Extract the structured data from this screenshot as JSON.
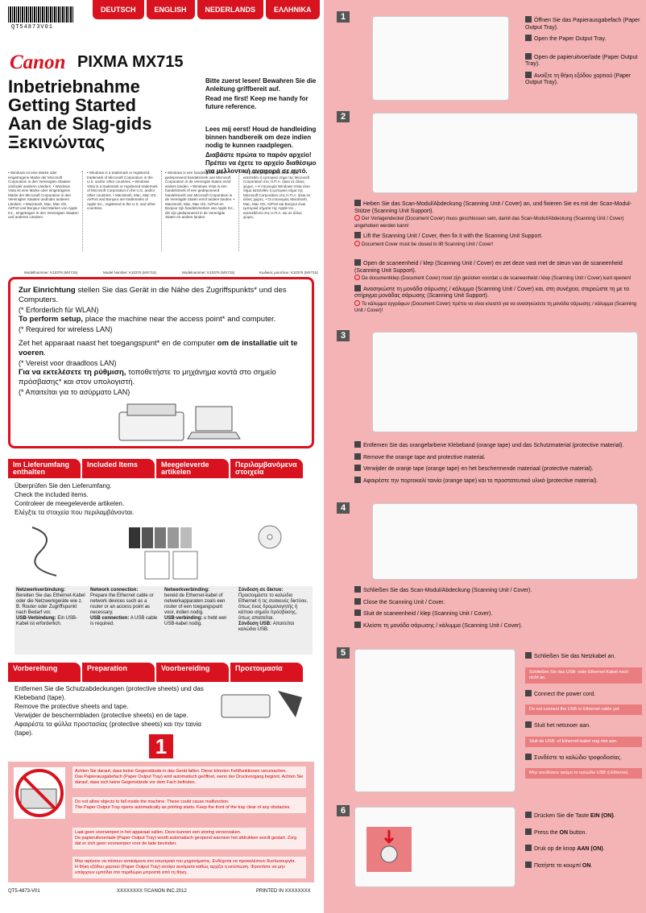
{
  "header": {
    "barcode_text": "QT54873V01",
    "languages": [
      "DEUTSCH",
      "ENGLISH",
      "NEDERLANDS",
      "ΕΛΛΗΝΙΚΑ"
    ]
  },
  "brand": {
    "canon": "Canon",
    "model": "PIXMA MX715"
  },
  "title": [
    "Inbetriebnahme",
    "Getting Started",
    "Aan de Slag-gids",
    "Ξεκινώντας"
  ],
  "readfirst": {
    "de": "Bitte zuerst lesen! Bewahren Sie die Anleitung griffbereit auf.",
    "en": "Read me first! Keep me handy for future reference.",
    "nl": "Lees mij eerst! Houd de handleiding binnen handbereik om deze indien nodig te kunnen raadplegen.",
    "el": "Διαβάστε πρώτα το παρόν αρχείο! Πρέπει να έχετε το αρχείο διαθέσιμο για μελλοντική αναφορά σε αυτό."
  },
  "trademarks": [
    "• Windows ist eine Marke oder eingetragene Marke der Microsoft Corporation in den Vereinigten Staaten und/oder anderen Ländern. • Windows Vista ist eine Marke oder eingetragene Marke der Microsoft Corporation in den Vereinigten Staaten und/oder anderen Ländern. • Macintosh, Mac, Mac OS, AirPort und Bonjour sind Marken von Apple Inc., eingetragen in den Vereinigten Staaten und anderen Ländern.",
    "• Windows is a trademark or registered trademark of Microsoft Corporation in the U.S. and/or other countries. • Windows Vista is a trademark or registered trademark of Microsoft Corporation in the U.S. and/or other countries. • Macintosh, Mac, Mac OS, AirPort and Bonjour are trademarks of Apple Inc., registered in the U.S. and other countries.",
    "• Windows is een handelsmerk of een gedeponeerd handelsmerk van Microsoft Corporation in de Verenigde Staten en/of andere landen. • Windows Vista is een handelsmerk of een gedeponeerd handelsmerk van Microsoft Corporation in de Verenigde Staten en/of andere landen. • Macintosh, Mac, Mac OS, AirPort en Bonjour zijn handelsmerken van Apple Inc., die zijn gedeponeerd in de Verenigde Staten en andere landen.",
    "• Η επωνυμία Windows είναι σήμα κατατεθέν ή εμπορικό σήμα της Microsoft Corporation στις Η.Π.Α. ή/και σε άλλες χώρες. • Η επωνυμία Windows Vista είναι σήμα κατατεθέν ή εμπορικό σήμα της Microsoft Corporation στις Η.Π.Α. ή/και σε άλλες χώρες. • Οι επωνυμίες Macintosh, Mac, Mac OS, AirPort και Bonjour είναι εμπορικά σήματα της Apple Inc., κατατεθέντα στις Η.Π.Α. και σε άλλες χώρες."
  ],
  "model_numbers": [
    "Modellnummer: K10376 (MX715)",
    "Model Number: K10376 (MX715)",
    "Modelnummer: K10376 (MX715)",
    "Κωδικός μοντέλου: K10376 (MX715)"
  ],
  "setup": {
    "de_bold": "Zur Einrichtung",
    "de": " stellen Sie das Gerät in die Nähe des Zugriffspunkts* und des Computers.",
    "de_note": "(* Erforderlich für WLAN)",
    "en_bold": "To perform setup,",
    "en": " place the machine near the access point* and computer.",
    "en_note": "(* Required for wireless LAN)",
    "nl": "Zet het apparaat naast het toegangspunt* en de computer ",
    "nl_bold": "om de installatie uit te voeren",
    "nl_end": ".",
    "nl_note": "(* Vereist voor draadloos LAN)",
    "el_bold": "Για να εκτελέσετε τη ρύθμιση,",
    "el": " τοποθετήστε το μηχάνημα κοντά στο σημείο πρόσβασης* και στον υπολογιστή.",
    "el_note": "(* Απαιτείται για το ασύρματο LAN)"
  },
  "included": {
    "tabs": [
      "Im Lieferumfang enthalten",
      "Included Items",
      "Meegeleverde artikelen",
      "Περιλαμβανόμενα στοιχεία"
    ],
    "lines": [
      "Überprüfen Sie den Lieferumfang.",
      "Check the included items.",
      "Controleer de meegeleverde artikelen.",
      "Ελέγξτε τα στοιχεία που περιλαμβάνονται."
    ],
    "net": [
      {
        "h": "Netzwerkverbindung:",
        "t": "Bereiten Sie das Ethernet-Kabel oder die Netzwerkgeräte wie z. B. Router oder Zugriffspunkt nach Bedarf vor.",
        "h2": "USB-Verbindung:",
        "t2": "Ein USB-Kabel ist erforderlich."
      },
      {
        "h": "Network connection:",
        "t": "Prepare the Ethernet cable or network devices such as a router or an access point as necessary.",
        "h2": "USB connection:",
        "t2": "A USB cable is required."
      },
      {
        "h": "Netwerkverbinding:",
        "t": "bereid de Ethernet-kabel of netwerkapparaten zoals een router of een toegangspunt voor, indien nodig.",
        "h2": "USB-verbinding:",
        "t2": "u hebt een USB-kabel nodig."
      },
      {
        "h": "Σύνδεση σε δίκτυο:",
        "t": "Προετοιμάστε το καλώδιο Ethernet ή τις συσκευές δικτύου, όπως ένας δρομολογητής ή κάποιο σημείο πρόσβασης, όπως απαιτείται.",
        "h2": "Σύνδεση USB:",
        "t2": "Απαιτείται καλώδιο USB."
      }
    ]
  },
  "prep": {
    "tabs": [
      "Vorbereitung",
      "Preparation",
      "Voorbereiding",
      "Προετοιμασία"
    ],
    "lines": [
      "Entfernen Sie die Schutzabdeckungen (protective sheets) und das Klebeband (tape).",
      "Remove the protective sheets and tape.",
      "Verwijder de beschermbladen (protective sheets) en de tape.",
      "Αφαιρέστε τα φύλλα προστασίας (protective sheets) και την ταινία (tape)."
    ]
  },
  "step_one": {
    "num": "1",
    "warnings": [
      "Achten Sie darauf, dass keine Gegenstände in das Gerät fallen. Diese könnten Fehlfunktionen verursachen.",
      "Das Papierausgabefach (Paper Output Tray) wird automatisch geöffnet, wenn der Druckvorgang beginnt. Achten Sie darauf, dass sich keine Gegenstände vor dem Fach befinden.",
      "Do not allow objects to fall inside the machine. These could cause malfunction.",
      "The Paper Output Tray opens automatically as printing starts. Keep the front of the tray clear of any obstacles.",
      "Laat geen voorwerpen in het apparaat vallen. Deze kunnen een storing veroorzaken.",
      "De papieruitvoerlade (Paper Output Tray) wordt automatisch geopend wanneer het afdrukken wordt gestart. Zorg dat er zich geen voorwerpen voor de lade bevinden.",
      "Μην αφήνετε να πέσουν αντικείμενα στο εσωτερικό του μηχανήματος. Ενδέχεται να προκαλέσουν δυσλειτουργία.",
      "Η θήκη εξόδου χαρτιού (Paper Output Tray) ανοίγει αυτόματα καθώς αρχίζει η εκτύπωση. Φροντίστε να μην υπάρχουν εμπόδια στο περιθώριο μπροστά από τη θήκη."
    ]
  },
  "footer": {
    "code": "QT5-4873-V01",
    "copyright": "XXXXXXXX ©CANON INC.2012",
    "printed": "PRINTED IN XXXXXXXX"
  },
  "right_steps": {
    "s1": {
      "num": "1",
      "lines": [
        "Öffnen Sie das Papierausgabefach (Paper Output Tray).",
        "Open the Paper Output Tray.",
        "Open de papieruitvoerlade (Paper Output Tray).",
        "Ανοίξτε τη θήκη εξόδου χαρτιού (Paper Output Tray)."
      ]
    },
    "s2": {
      "num": "2",
      "de": "Heben Sie das Scan-Modul/Abdeckung (Scanning Unit / Cover) an, und fixieren Sie es mit der Scan-Modul-Stütze (Scanning Unit Support).",
      "de_w": "Der Vorlagendeckel (Document Cover) muss geschlossen sein, damit das Scan-Modul/Abdeckung (Scanning Unit / Cover) angehoben werden kann!",
      "en": "Lift the Scanning Unit / Cover, then fix it with the Scanning Unit Support.",
      "en_w": "Document Cover must be closed to lift Scanning Unit / Cover!",
      "nl": "Open de scaneenheid / klep (Scanning Unit / Cover) en zet deze vast met de steun van de scaneenheid (Scanning Unit Support).",
      "nl_w": "De documentklep (Document Cover) moet zijn gesloten voordat u de scaneenheid / klep (Scanning Unit / Cover) kunt openen!",
      "el": "Ανασηκώστε τη μονάδα σάρωσης / κάλυμμα (Scanning Unit / Cover) και, στη συνέχεια, στερεώστε τη με το στήριγμα μονάδας σάρωσης (Scanning Unit Support).",
      "el_w": "Το κάλυμμα εγγράφων (Document Cover) πρέπει να είναι κλειστό για να ανασηκώσετε τη μονάδα σάρωσης / κάλυμμα (Scanning Unit / Cover)!"
    },
    "s3": {
      "num": "3",
      "lines": [
        "Entfernen Sie das orangefarbene Klebeband (orange tape) und das Schutzmaterial (protective material).",
        "Remove the orange tape and protective material.",
        "Verwijder de oranje tape (orange tape) en het beschermende materiaal (protective material).",
        "Αφαιρέστε την πορτοκαλί ταινία (orange tape) και το προστατευτικό υλικό (protective material)."
      ]
    },
    "s4": {
      "num": "4",
      "lines": [
        "Schließen Sie das Scan-Modul/Abdeckung (Scanning Unit / Cover).",
        "Close the Scanning Unit / Cover.",
        "Sluit de scaneenheid / klep (Scanning Unit / Cover).",
        "Κλείστε τη μονάδα σάρωσης / κάλυμμα (Scanning Unit / Cover)."
      ]
    },
    "s5": {
      "num": "5",
      "items": [
        {
          "t": "Schließen Sie das Netzkabel an.",
          "n": "Schließen Sie das USB- oder Ethernet-Kabel noch nicht an."
        },
        {
          "t": "Connect the power cord.",
          "n": "Do not connect the USB or Ethernet cable yet."
        },
        {
          "t": "Sluit het netsnoer aan.",
          "n": "Sluit de USB- of Ethernet-kabel nog niet aan."
        },
        {
          "t": "Συνδέστε το καλώδιο τροφοδοσίας.",
          "n": "Μην συνδέσετε ακόμα το καλώδιο USB ή Ethernet."
        }
      ]
    },
    "s6": {
      "num": "6",
      "lines": [
        {
          "a": "Drücken Sie die Taste ",
          "b": "EIN (ON)",
          "c": "."
        },
        {
          "a": "Press the ",
          "b": "ON",
          "c": " button."
        },
        {
          "a": "Druk op de knop ",
          "b": "AAN (ON)",
          "c": "."
        },
        {
          "a": "Πατήστε το κουμπί ",
          "b": "ON",
          "c": "."
        }
      ]
    }
  }
}
